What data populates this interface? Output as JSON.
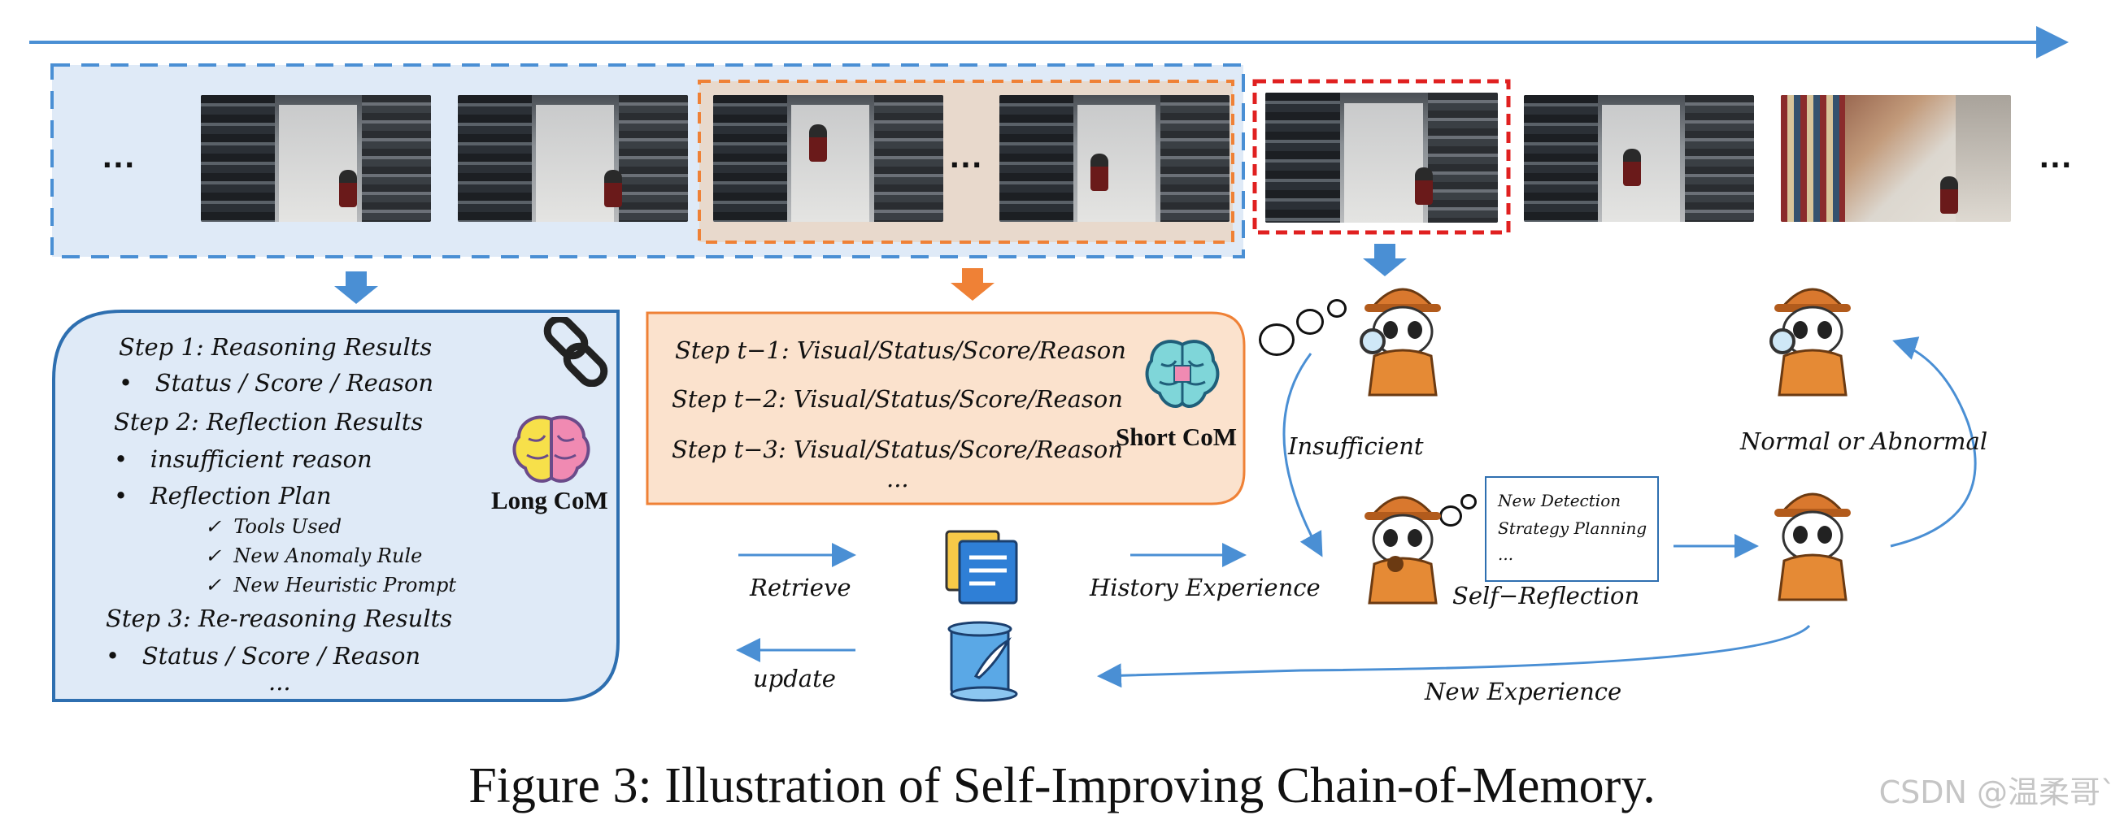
{
  "timeline": {
    "ellipsis_left": "...",
    "ellipsis_mid": "...",
    "ellipsis_right": "..."
  },
  "long_com": {
    "step1": "Step 1:  Reasoning Results",
    "step1_item": "Status / Score / Reason",
    "step2": "Step 2:  Reflection Results",
    "step2_item1": "insufficient reason",
    "step2_item2": "Reflection Plan",
    "sub1": "Tools Used",
    "sub2": "New Anomaly Rule",
    "sub3": "New Heuristic Prompt",
    "step3": "Step 3:  Re-reasoning Results",
    "step3_item": "Status / Score / Reason",
    "ellipsis": "...",
    "label": "Long CoM",
    "link_icon": "chain-link-icon",
    "brain_icon": "colorful-brain-icon"
  },
  "short_com": {
    "row1": "Step t−1:  Visual/Status/Score/Reason",
    "row2": "Step t−2:  Visual/Status/Score/Reason",
    "row3": "Step t−3:  Visual/Status/Score/Reason",
    "ellipsis": "...",
    "label": "Short CoM",
    "brain_icon": "teal-brain-icon"
  },
  "flow": {
    "retrieve": "Retrieve",
    "update": "update",
    "history_experience": "History Experience",
    "insufficient": "Insufficient",
    "self_reflection": "Self−Reflection",
    "normal_or_abnormal": "Normal or Abnormal",
    "new_experience": "New Experience",
    "note_line1": "New Detection",
    "note_line2": "Strategy Planning",
    "note_line3": "..."
  },
  "caption": "Figure 3: Illustration of Self-Improving Chain-of-Memory.",
  "watermark": "CSDN @温柔哥`",
  "colors": {
    "blue_accent": "#4a8fd4",
    "blue_panel": "#dfeaf7",
    "orange_accent": "#ef8136",
    "orange_panel": "#fbe2cd",
    "red_highlight": "#e02020"
  }
}
